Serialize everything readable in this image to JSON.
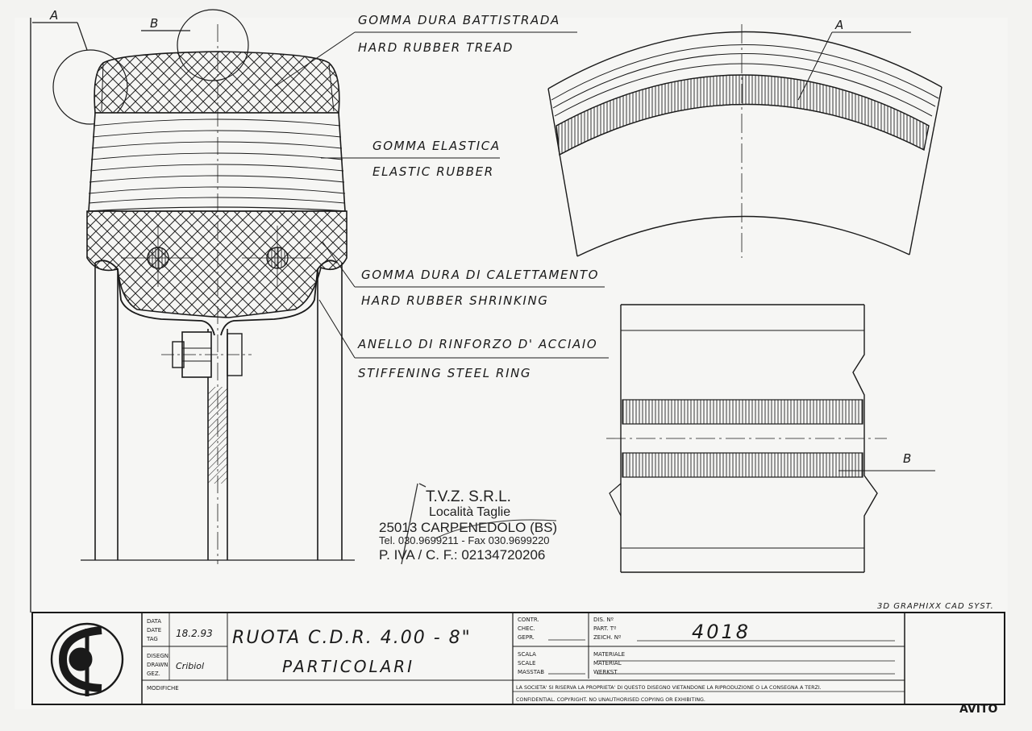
{
  "labels": {
    "a_top": "A",
    "b_top": "B",
    "b_right": "B",
    "tread_it": "GOMMA DURA BATTISTRADA",
    "tread_en": "HARD RUBBER TREAD",
    "elastic_it": "GOMMA ELASTICA",
    "elastic_en": "ELASTIC RUBBER",
    "shrink_it": "GOMMA DURA DI CALETTAMENTO",
    "shrink_en": "HARD RUBBER SHRINKING",
    "ring_it": "ANELLO DI RINFORZO D' ACCIAIO",
    "ring_en": "STIFFENING STEEL RING"
  },
  "stamp": {
    "company": "T.V.Z. S.R.L.",
    "locality": "Località Taglie",
    "city": "25013 CARPENEDOLO (BS)",
    "phone": "Tel. 030.9699211 - Fax 030.9699220",
    "vat": "P. IVA / C. F.: 02134720206"
  },
  "cad_note": "3D GRAPHIXX CAD SYST.",
  "title_block": {
    "date_labels": [
      "DATA",
      "DATE",
      "TAG"
    ],
    "date_value": "18.2.93",
    "drawn_labels": [
      "DISEGN.",
      "DRAWN",
      "GEZ."
    ],
    "drawn_value": "Cribiol",
    "modifiche": "MODIFICHE",
    "title_line1": "RUOTA C.D.R. 4.00 - 8\"",
    "title_line2": "PARTICOLARI",
    "check_labels": [
      "CONTR.",
      "CHEC.",
      "GEPR."
    ],
    "scale_labels": [
      "SCALA",
      "SCALE",
      "MASSTAB"
    ],
    "dis_labels": [
      "DIS. Nº",
      "PART. Tº",
      "ZEICH. Nº"
    ],
    "material_labels": [
      "MATERIALE",
      "MATERIAL",
      "WERKST"
    ],
    "drawing_number": "4018",
    "notice_it": "LA SOCIETA' SI RISERVA LA PROPRIETA' DI QUESTO DISEGNO VIETANDONE LA RIPRODUZIONE O LA CONSEGNA A TERZI.",
    "notice_en": "CONFIDENTIAL. COPYRIGHT. NO UNAUTHORISED COPYING OR EXHIBITING."
  },
  "watermark": "AVITO"
}
